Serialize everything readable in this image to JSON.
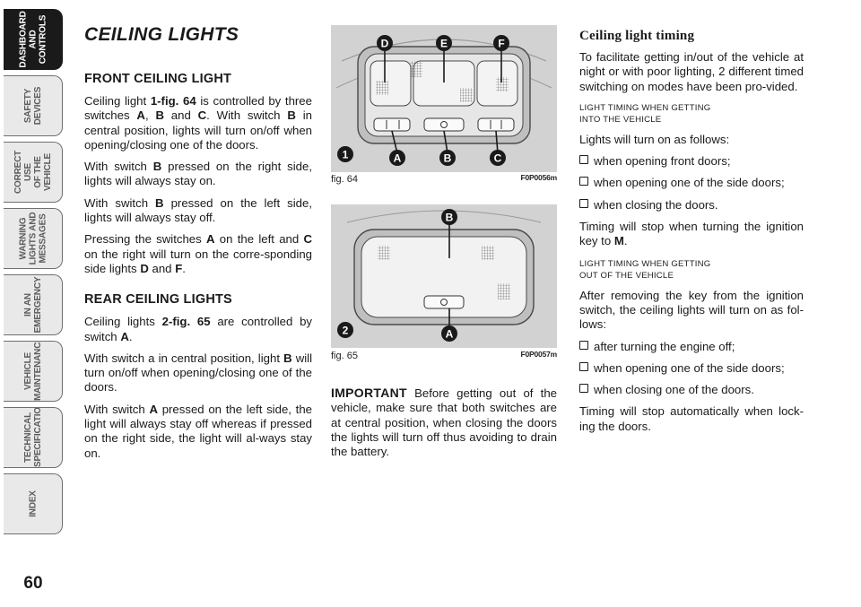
{
  "page_number": "60",
  "sidebar": {
    "tabs": [
      {
        "label": "DASHBOARD\nAND\nCONTROLS",
        "active": true
      },
      {
        "label": "SAFETY\nDEVICES",
        "active": false
      },
      {
        "label": "CORRECT USE\nOF THE VEHICLE",
        "active": false
      },
      {
        "label": "WARNING\nLIGHTS AND\nMESSAGES",
        "active": false
      },
      {
        "label": "IN AN\nEMERGENCY",
        "active": false
      },
      {
        "label": "VEHICLE\nMAINTENANCE",
        "active": false
      },
      {
        "label": "TECHNICAL\nSPECIFICATIONS",
        "active": false
      },
      {
        "label": "INDEX",
        "active": false
      }
    ]
  },
  "col1": {
    "title": "CEILING LIGHTS",
    "front_heading": "FRONT CEILING LIGHT",
    "front_p1": {
      "a": "Ceiling light ",
      "b": "1-fig. 64",
      "c": " is controlled by three switches ",
      "d": "A",
      "e": ", ",
      "f": "B",
      "g": " and ",
      "h": "C",
      "i": ". With switch ",
      "j": "B",
      "k": " in central position, lights will turn on/off when opening/closing one of the doors."
    },
    "front_p2": {
      "a": "With switch ",
      "b": "B",
      "c": " pressed on the right side, lights will always stay on."
    },
    "front_p3": {
      "a": "With switch ",
      "b": "B",
      "c": " pressed on the left side, lights will always stay off."
    },
    "front_p4": {
      "a": "Pressing the switches ",
      "b": "A",
      "c": " on the left and ",
      "d": "C",
      "e": " on the right will turn on the corre-sponding side lights ",
      "f": "D",
      "g": " and ",
      "h": "F",
      "i": "."
    },
    "rear_heading": "REAR CEILING LIGHTS",
    "rear_p1": {
      "a": "Ceiling lights ",
      "b": "2-fig. 65",
      "c": " are controlled by switch ",
      "d": "A",
      "e": "."
    },
    "rear_p2": {
      "a": "With switch a in central position, light ",
      "b": "B",
      "c": " will turn on/off when opening/closing one of the doors."
    },
    "rear_p3": {
      "a": "With switch ",
      "b": "A",
      "c": " pressed on the left side, the light will always stay off whereas if pressed on the right side, the light will al-ways stay on."
    }
  },
  "fig64": {
    "caption": "fig. 64",
    "code": "F0P0056m",
    "labels": {
      "d": "D",
      "e": "E",
      "f": "F",
      "one": "1",
      "a": "A",
      "b": "B",
      "c": "C"
    }
  },
  "fig65": {
    "caption": "fig. 65",
    "code": "F0P0057m",
    "labels": {
      "b": "B",
      "two": "2",
      "a": "A"
    }
  },
  "important": {
    "label": "IMPORTANT",
    "text": " Before getting out of the vehicle, make sure that both switches are at central position, when closing the doors the lights will turn off thus avoiding to drain the battery."
  },
  "col3": {
    "heading": "Ceiling light timing",
    "intro": "To facilitate getting in/out of the vehicle at night or with poor lighting, 2 different timed switching on modes have been pro-vided.",
    "sub1": "LIGHT TIMING WHEN GETTING\nINTO THE VEHICLE",
    "sub1_intro": "Lights will turn on as follows:",
    "sub1_items": [
      "when opening front doors;",
      "when opening one of the side doors;",
      "when closing the doors."
    ],
    "sub1_end": {
      "a": "Timing will stop when turning the ignition key to ",
      "b": "M",
      "c": "."
    },
    "sub2": "LIGHT TIMING WHEN GETTING\nOUT OF THE VEHICLE",
    "sub2_intro": "After removing the key from the ignition switch, the ceiling lights will turn on as fol-lows:",
    "sub2_items": [
      "after turning the engine off;",
      "when opening one of the side doors;",
      "when closing one of the doors."
    ],
    "sub2_end": "Timing will stop automatically when lock-ing the doors."
  }
}
